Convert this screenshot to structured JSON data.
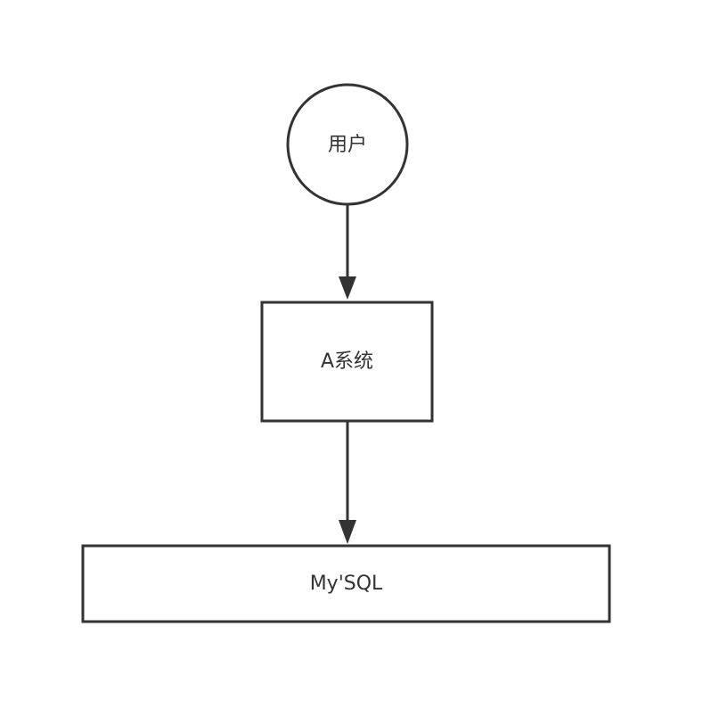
{
  "diagram": {
    "nodes": {
      "user": {
        "label": "用户",
        "shape": "circle"
      },
      "system_a": {
        "label": "A系统",
        "shape": "rectangle"
      },
      "mysql": {
        "label": "My'SQL",
        "shape": "rectangle"
      }
    },
    "edges": [
      {
        "from": "user",
        "to": "system_a"
      },
      {
        "from": "system_a",
        "to": "mysql"
      }
    ],
    "colors": {
      "stroke": "#333333",
      "fill": "#ffffff",
      "text": "#333333",
      "background": "#ffffff"
    }
  }
}
